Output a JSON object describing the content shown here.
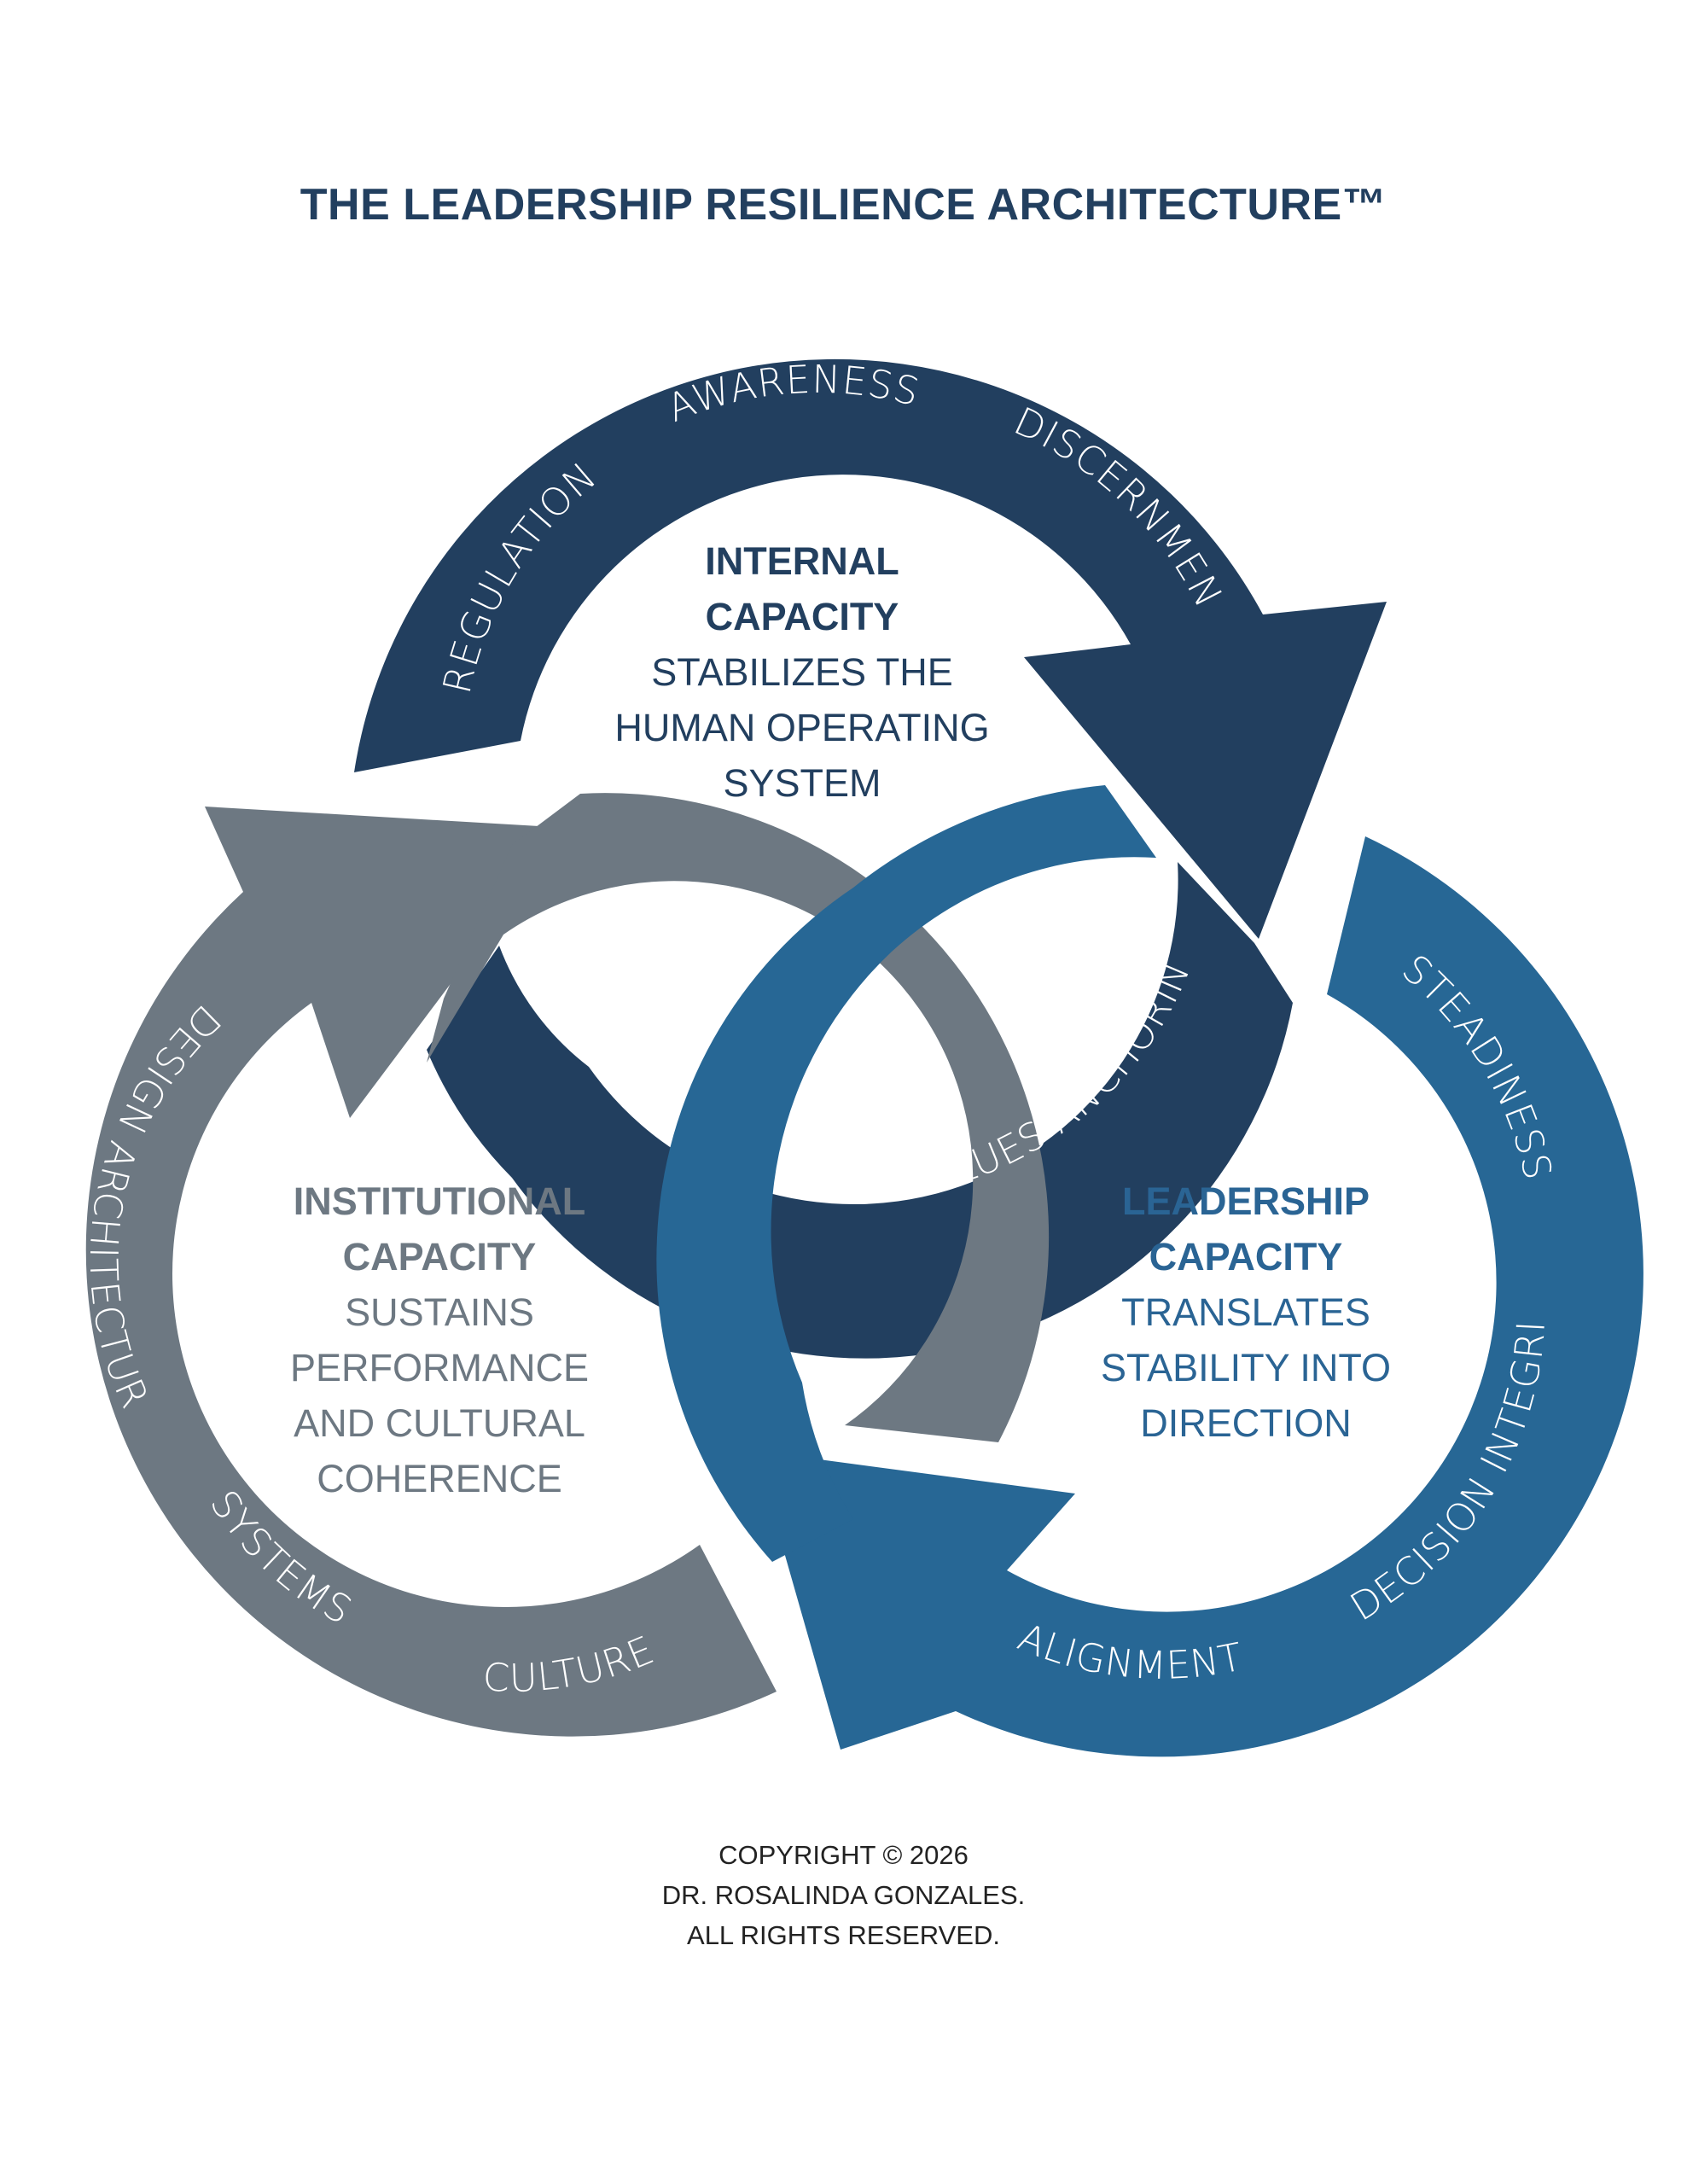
{
  "title": "THE LEADERSHIP RESILIENCE ARCHITECTURE™",
  "colors": {
    "internal": "#223f5f",
    "institutional": "#6d7882",
    "leadership": "#276795",
    "leadership_text": "#2a6494",
    "institutional_text": "#6d7882",
    "title": "#223f5f"
  },
  "rings": {
    "internal": {
      "words": [
        "REGULATION",
        "AWARENESS",
        "DISCERNMENT",
        "VALUES ANCHORING"
      ]
    },
    "institutional": {
      "words": [
        "DESIGN ARCHITECTURE",
        "SYSTEMS",
        "CULTURE"
      ]
    },
    "leadership": {
      "words": [
        "STEADINESS",
        "DECISION INTEGRITY",
        "ALIGNMENT"
      ]
    }
  },
  "centers": {
    "internal": {
      "heading": [
        "INTERNAL",
        "CAPACITY"
      ],
      "body": [
        "STABILIZES THE",
        "HUMAN OPERATING",
        "SYSTEM"
      ]
    },
    "institutional": {
      "heading": [
        "INSTITUTIONAL",
        "CAPACITY"
      ],
      "body": [
        "SUSTAINS",
        "PERFORMANCE",
        "AND CULTURAL",
        "COHERENCE"
      ]
    },
    "leadership": {
      "heading": [
        "LEADERSHIP",
        "CAPACITY"
      ],
      "body": [
        "TRANSLATES",
        "STABILITY INTO",
        "DIRECTION"
      ]
    }
  },
  "copyright": [
    "COPYRIGHT © 2026",
    "DR. ROSALINDA GONZALES.",
    "ALL RIGHTS RESERVED."
  ]
}
